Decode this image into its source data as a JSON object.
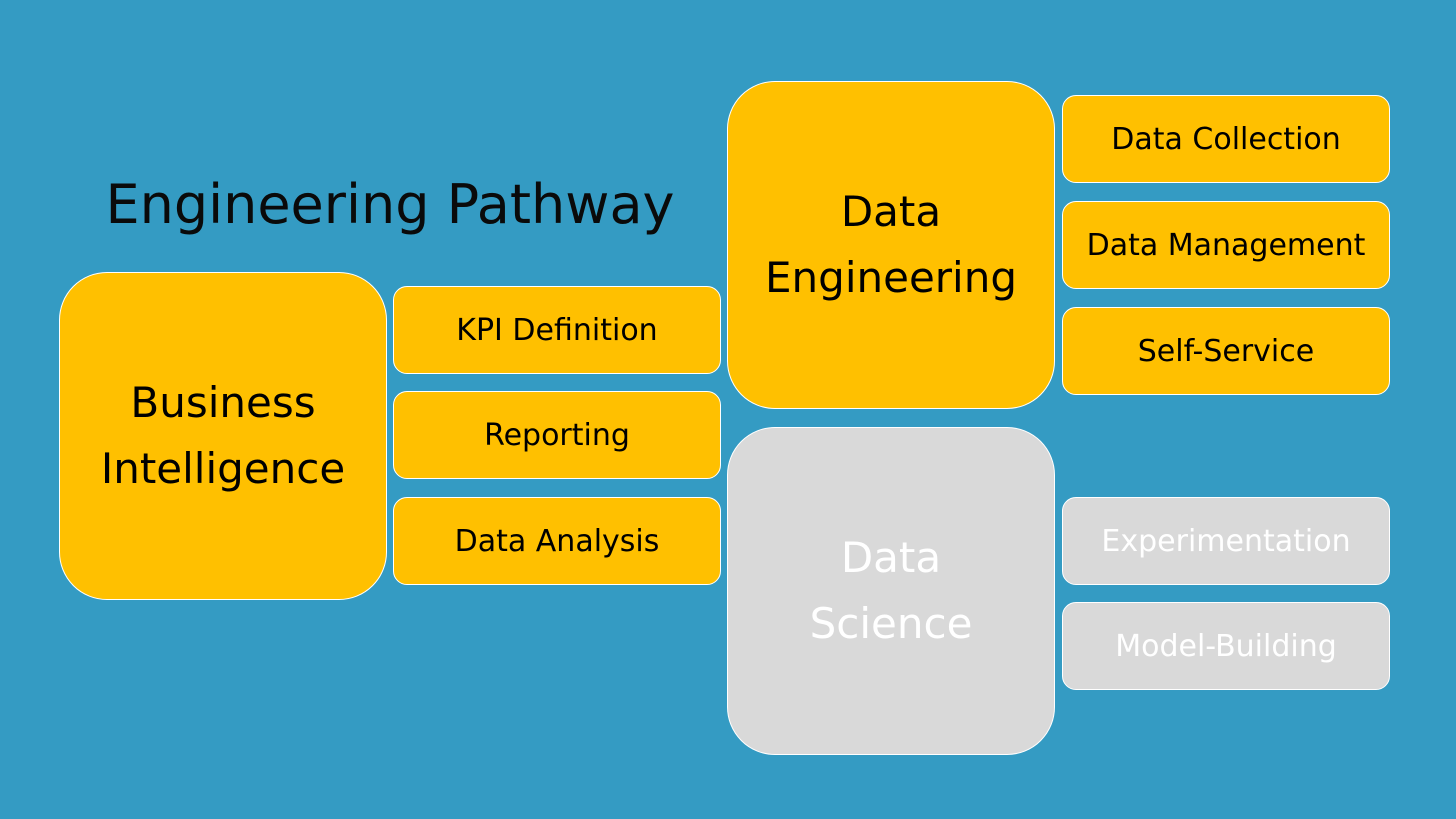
{
  "title": "Engineering Pathway",
  "colors": {
    "background": "#349BC3",
    "active_fill": "#FFC000",
    "active_text": "#000000",
    "inactive_fill": "#D9D9D9",
    "inactive_text": "#FFFFFF",
    "border": "#FFFFFF"
  },
  "groups": [
    {
      "label": "Business\nIntelligence",
      "active": true,
      "items": [
        "KPI Definition",
        "Reporting",
        "Data Analysis"
      ]
    },
    {
      "label": "Data\nEngineering",
      "active": true,
      "items": [
        "Data Collection",
        "Data Management",
        "Self-Service"
      ]
    },
    {
      "label": "Data\nScience",
      "active": false,
      "items": [
        "Experimentation",
        "Model-Building"
      ]
    }
  ]
}
